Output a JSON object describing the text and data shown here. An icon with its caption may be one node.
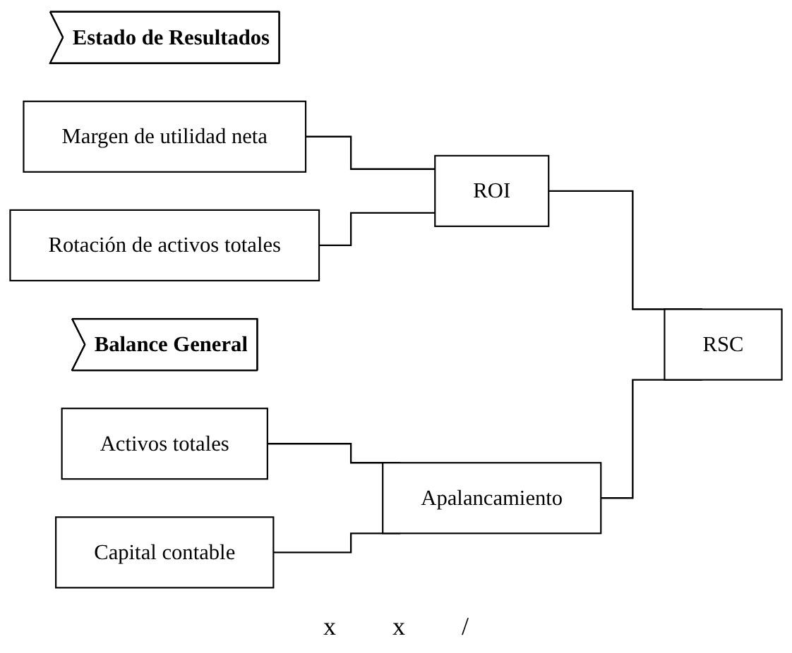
{
  "diagram": {
    "nodes": [
      {
        "text": [
          "Estado de Resultados"
        ]
      },
      {
        "text": [
          "Margen de utilidad neta"
        ]
      },
      {
        "text": [
          "Rotación de activos totales"
        ]
      },
      {
        "text": [
          "ROI"
        ]
      },
      {
        "text": [
          "Balance General"
        ]
      },
      {
        "text": [
          "Activos totales"
        ]
      },
      {
        "text": [
          "Capital contable"
        ]
      },
      {
        "text": [
          "Apalancamiento"
        ]
      },
      {
        "text": [
          "RSC"
        ]
      }
    ],
    "edges": [
      {
        "from": 1,
        "to": 3,
        "arrow": "none"
      },
      {
        "from": 2,
        "to": 3,
        "arrow": "none"
      },
      {
        "from": 5,
        "to": 7,
        "arrow": "none"
      },
      {
        "from": 6,
        "to": 7,
        "arrow": "none"
      },
      {
        "from": 3,
        "to": 8,
        "arrow": "none"
      },
      {
        "from": 7,
        "to": 8,
        "arrow": "none"
      }
    ],
    "labels": [
      "x",
      "x",
      "/"
    ]
  }
}
